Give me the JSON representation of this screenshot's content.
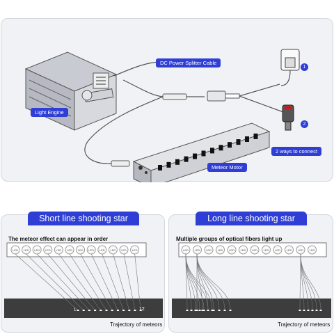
{
  "top": {
    "labels": {
      "light_engine": "Light Engine",
      "splitter": "DC Power Splitter Cable",
      "meteor_motor": "Meteor Motor",
      "two_ways": "2 ways to connect"
    },
    "badges": [
      "1",
      "2"
    ]
  },
  "left": {
    "title": "Short line shooting star",
    "caption": "The meteor effect can appear in order",
    "led_label": "LED",
    "start_num": "1",
    "end_num": "12",
    "trajectory": "Trajectory of meteors"
  },
  "right": {
    "title": "Long line shooting star",
    "caption": "Multiple groups of optical fibers light up",
    "led_label": "LED",
    "trajectory": "Trajectory of meteors"
  },
  "colors": {
    "accent": "#2f3fd6",
    "panel": "#f1f2f6",
    "dark": "#3d3d3d"
  }
}
